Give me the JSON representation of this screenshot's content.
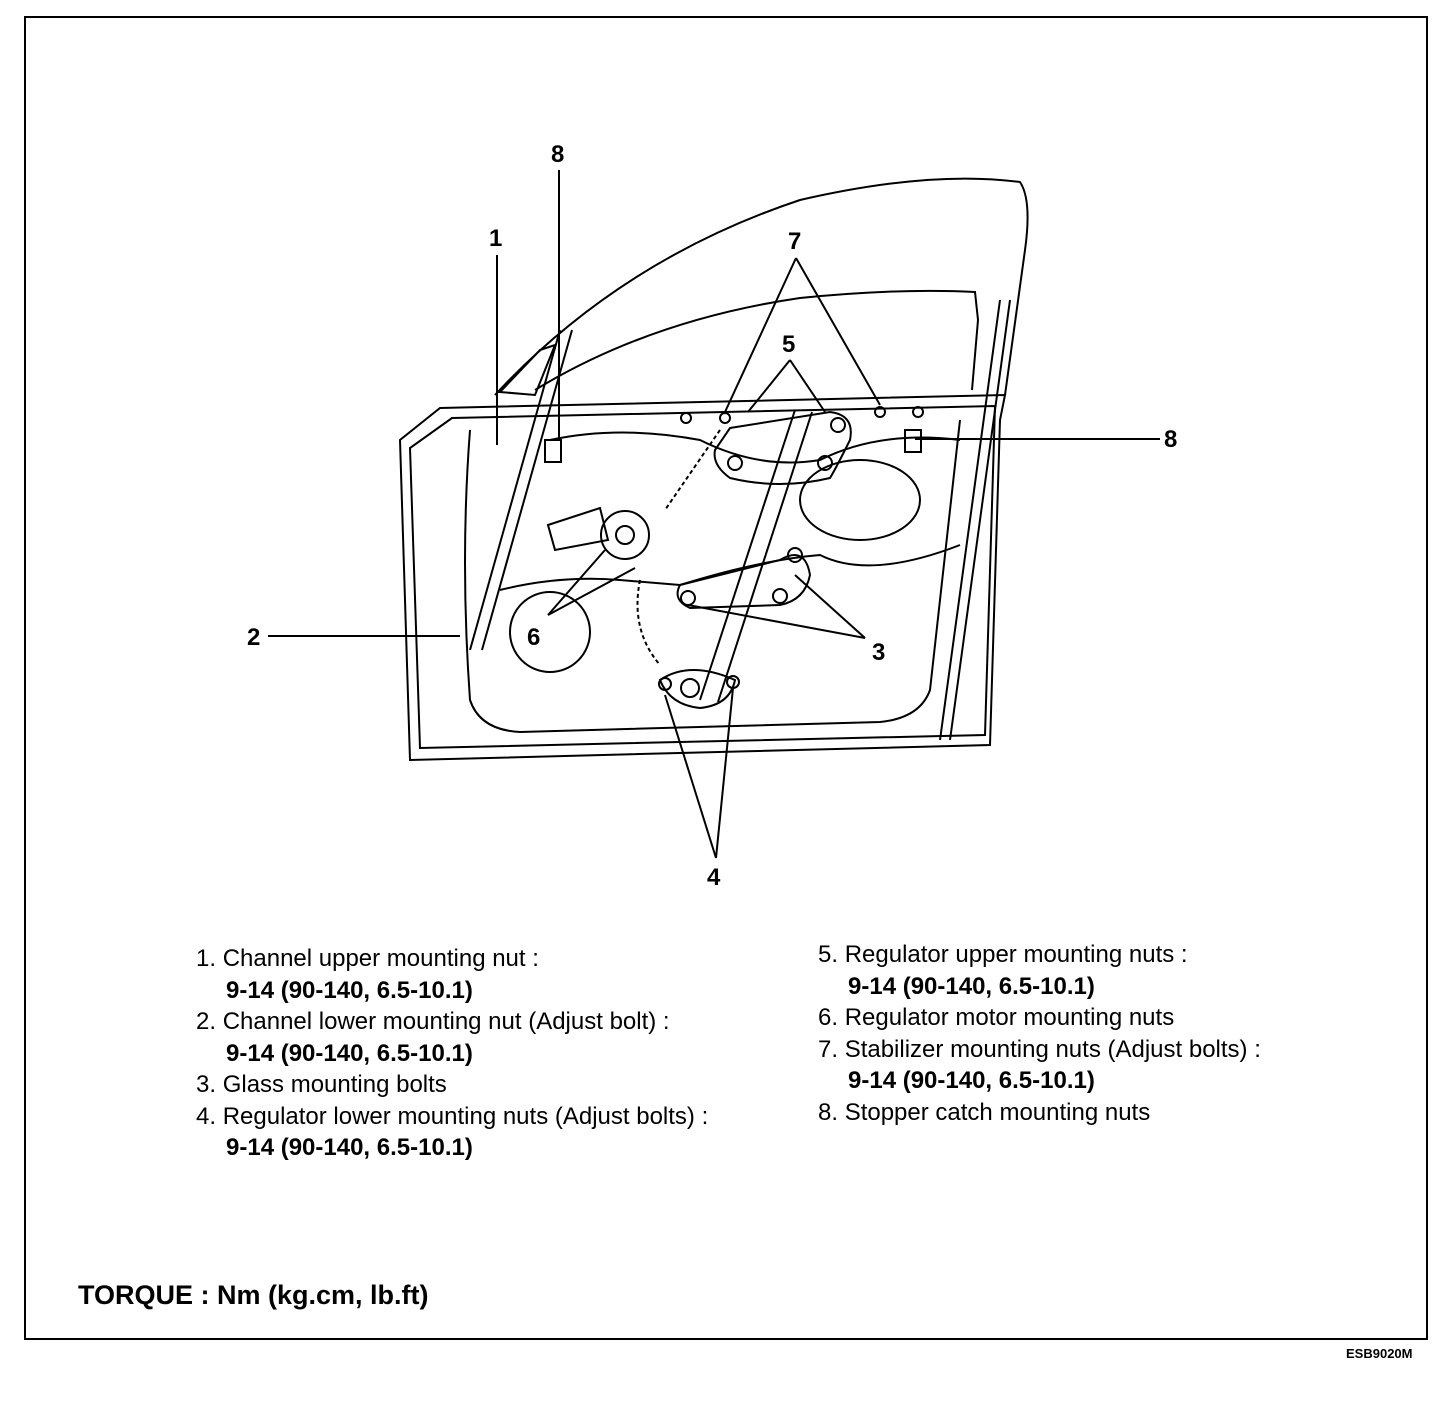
{
  "callouts": [
    "8",
    "1",
    "7",
    "5",
    "8",
    "2",
    "6",
    "3",
    "4"
  ],
  "legend": [
    {
      "index": "1.",
      "label": "Channel upper mounting nut :",
      "torque": "9-14 (90-140, 6.5-10.1)"
    },
    {
      "index": "2.",
      "label": "Channel lower mounting nut (Adjust bolt) :",
      "torque": "9-14 (90-140, 6.5-10.1)"
    },
    {
      "index": "3.",
      "label": "Glass mounting bolts",
      "torque": ""
    },
    {
      "index": "4.",
      "label": "Regulator lower mounting nuts (Adjust bolts) :",
      "torque": "9-14 (90-140, 6.5-10.1)"
    },
    {
      "index": "5.",
      "label": "Regulator upper mounting nuts :",
      "torque": "9-14 (90-140, 6.5-10.1)"
    },
    {
      "index": "6.",
      "label": "Regulator motor mounting nuts",
      "torque": ""
    },
    {
      "index": "7.",
      "label": "Stabilizer mounting nuts (Adjust bolts) :",
      "torque": "9-14 (90-140, 6.5-10.1)"
    },
    {
      "index": "8.",
      "label": "Stopper catch mounting nuts",
      "torque": ""
    }
  ],
  "torque_unit": "TORQUE : Nm (kg.cm, lb.ft)",
  "figure_code": "ESB9020M"
}
